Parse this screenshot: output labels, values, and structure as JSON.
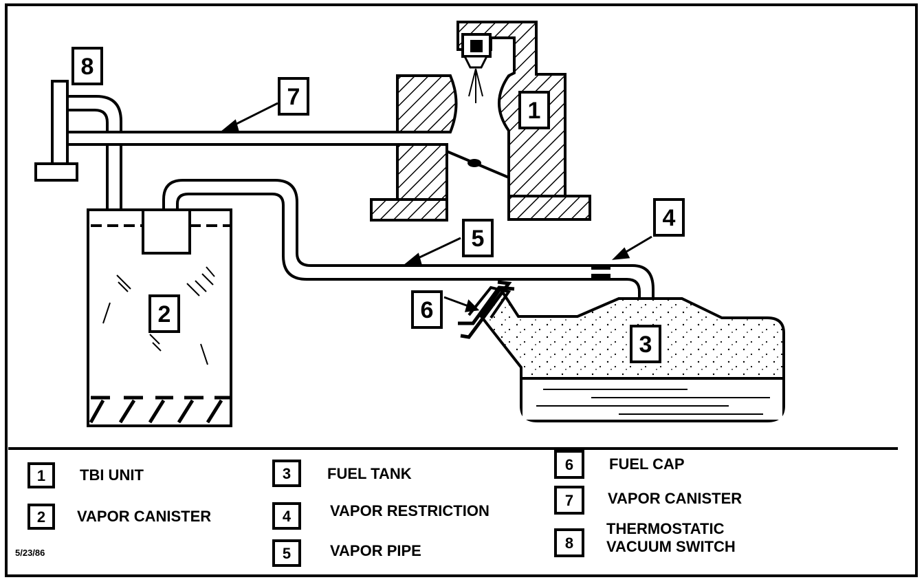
{
  "callouts": {
    "c1": "1",
    "c2": "2",
    "c3": "3",
    "c4": "4",
    "c5": "5",
    "c6": "6",
    "c7": "7",
    "c8": "8"
  },
  "legend": [
    {
      "num": "1",
      "label": "TBI UNIT"
    },
    {
      "num": "2",
      "label": "VAPOR CANISTER"
    },
    {
      "num": "3",
      "label": "FUEL TANK"
    },
    {
      "num": "4",
      "label": "VAPOR RESTRICTION"
    },
    {
      "num": "5",
      "label": "VAPOR PIPE"
    },
    {
      "num": "6",
      "label": "FUEL CAP"
    },
    {
      "num": "7",
      "label": "VAPOR CANISTER"
    },
    {
      "num": "8",
      "label_line1": "THERMOSTATIC",
      "label_line2": "VACUUM SWITCH"
    }
  ],
  "date": "5/23/86"
}
